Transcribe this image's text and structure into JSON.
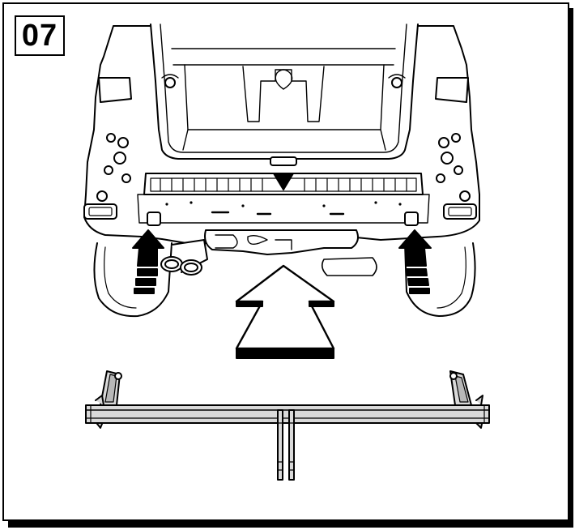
{
  "step": {
    "number": "07"
  },
  "colors": {
    "ink": "#000000",
    "paper": "#ffffff",
    "towbar_fill": "#d9d9d9",
    "towbar_shade": "#b8b8b8"
  },
  "icons": {
    "car_rear": "car-rear-outline",
    "lift_arrow": "upward-arrow",
    "mount_arrow": "large-outline-arrow",
    "towbar": "towbar-crossbeam"
  }
}
